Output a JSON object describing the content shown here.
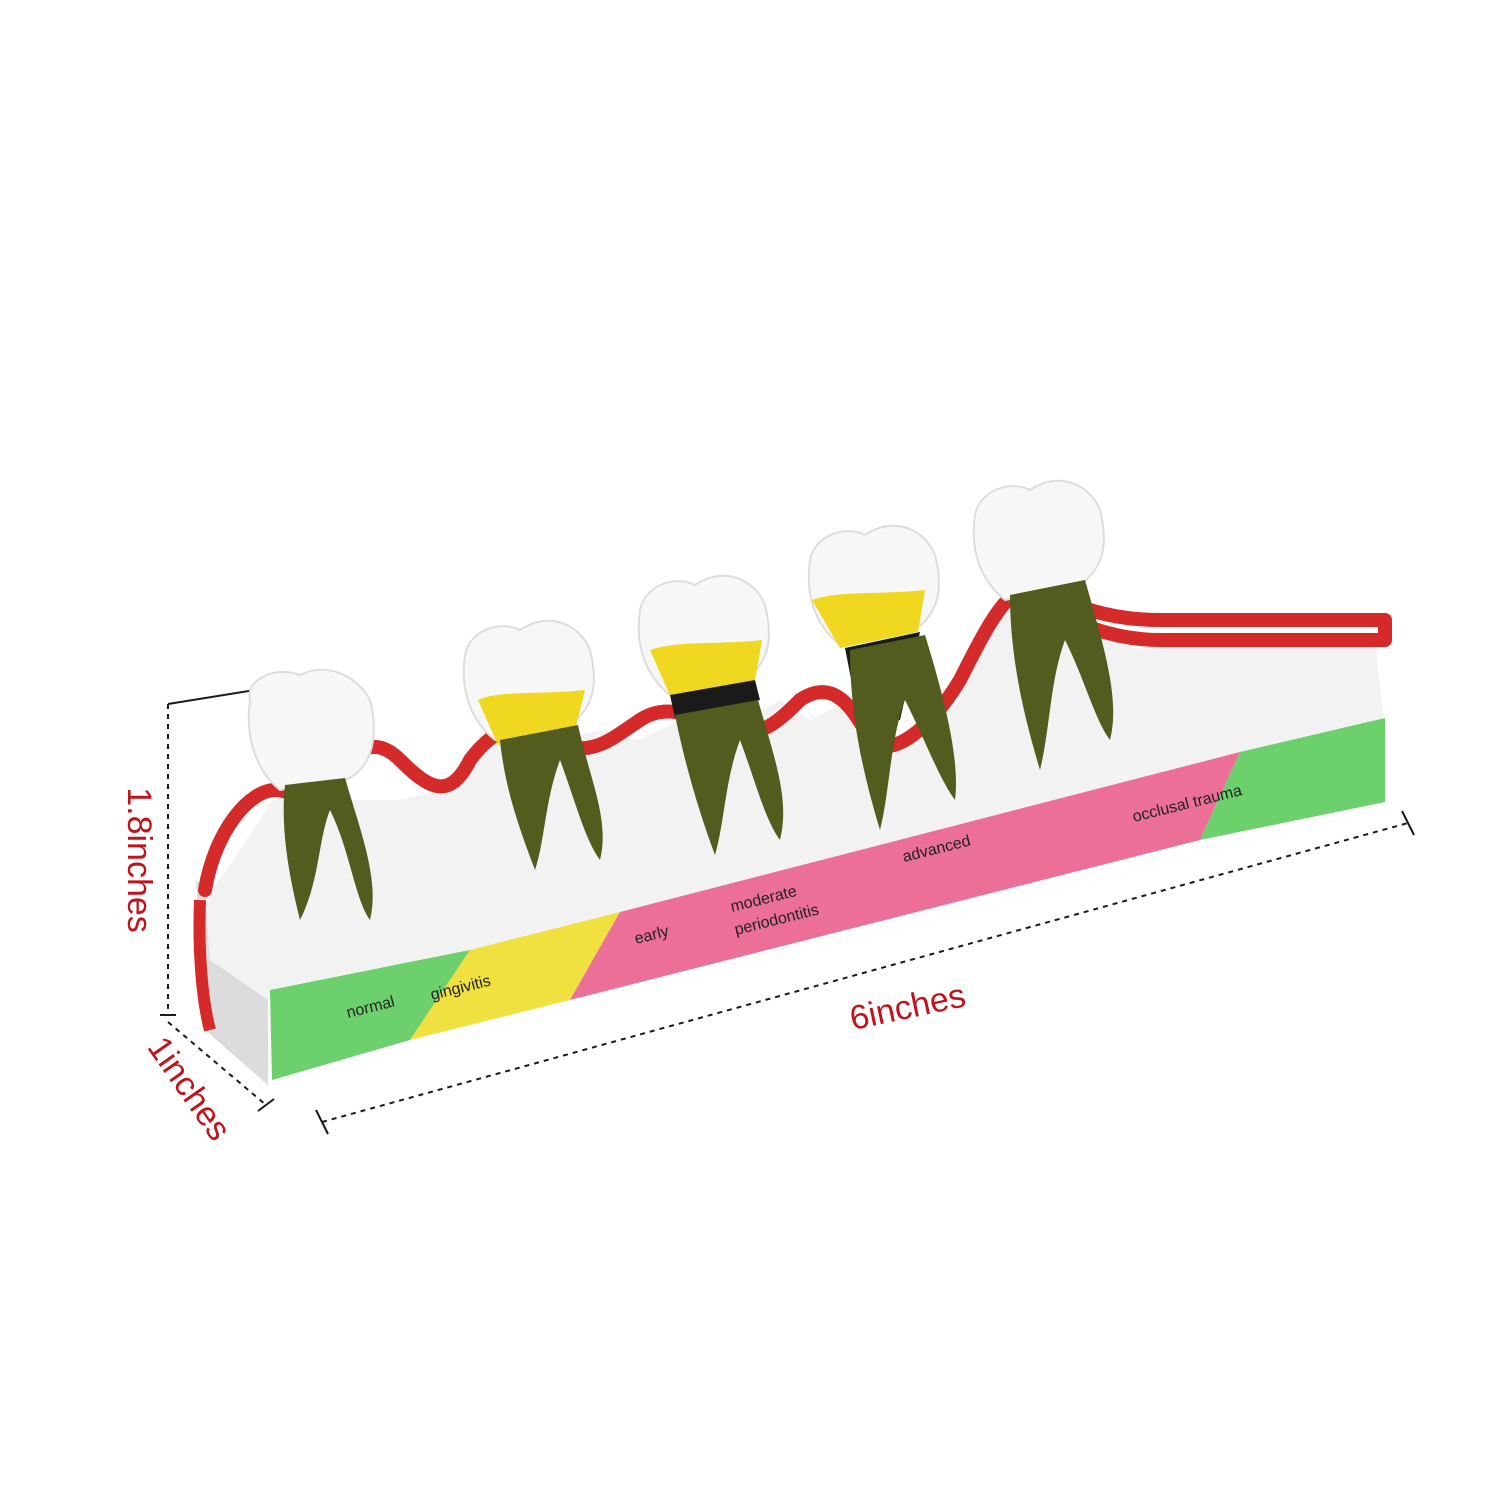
{
  "product": {
    "stages": [
      {
        "label": "normal"
      },
      {
        "label": "gingivitis"
      },
      {
        "label": "early"
      },
      {
        "label_line1": "moderate",
        "label_line2": "periodontitis"
      },
      {
        "label": "advanced"
      },
      {
        "label": "occlusal trauma"
      }
    ]
  },
  "dimensions": {
    "height": "1.8inches",
    "depth": "1inches",
    "length": "6inches"
  },
  "colors": {
    "gum": "#d42a2a",
    "plaque": "#f0d820",
    "root": "#525c1e",
    "base": "#eeeeee",
    "green_band": "#6cd06c",
    "yellow_band": "#f0e040",
    "pink_band": "#ec6f97",
    "dimension_text": "#c0141c"
  }
}
